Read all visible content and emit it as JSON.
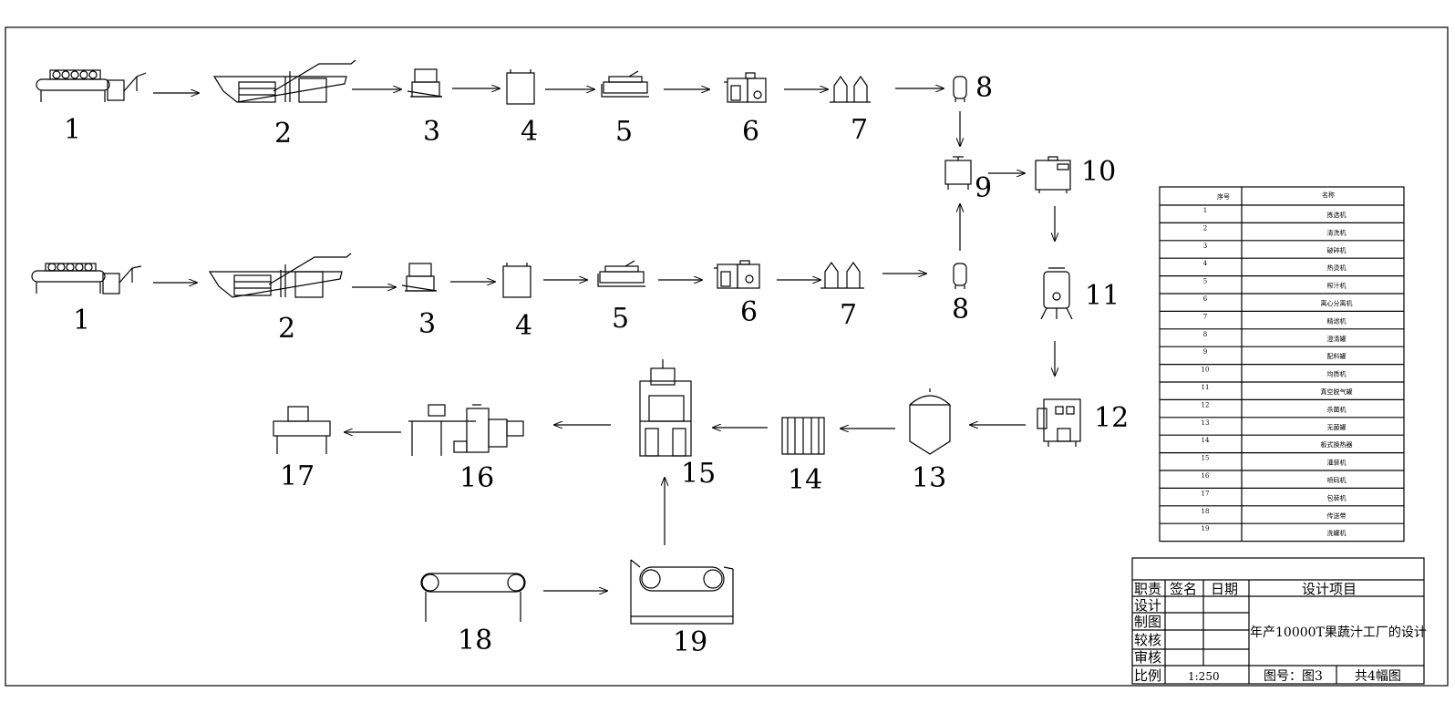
{
  "process_flow": {
    "line1_labels": [
      "1",
      "2",
      "3",
      "4",
      "5",
      "6",
      "7",
      "8"
    ],
    "line2_labels": [
      "1",
      "2",
      "3",
      "4",
      "5",
      "6",
      "7",
      "8"
    ],
    "junction_labels": [
      "9",
      "10",
      "11",
      "12",
      "13",
      "14",
      "15",
      "16",
      "17",
      "18",
      "19"
    ]
  },
  "equipment_table": {
    "header_no": "序号",
    "header_name": "名称",
    "rows": [
      {
        "no": "1",
        "name": "拣选机"
      },
      {
        "no": "2",
        "name": "清洗机"
      },
      {
        "no": "3",
        "name": "破碎机"
      },
      {
        "no": "4",
        "name": "热烫机"
      },
      {
        "no": "5",
        "name": "榨汁机"
      },
      {
        "no": "6",
        "name": "离心分离机"
      },
      {
        "no": "7",
        "name": "精滤机"
      },
      {
        "no": "8",
        "name": "澄清罐"
      },
      {
        "no": "9",
        "name": "配料罐"
      },
      {
        "no": "10",
        "name": "均质机"
      },
      {
        "no": "11",
        "name": "真空脱气罐"
      },
      {
        "no": "12",
        "name": "杀菌机"
      },
      {
        "no": "13",
        "name": "无菌罐"
      },
      {
        "no": "14",
        "name": "板式换热器"
      },
      {
        "no": "15",
        "name": "灌装机"
      },
      {
        "no": "16",
        "name": "喷码机"
      },
      {
        "no": "17",
        "name": "包装机"
      },
      {
        "no": "18",
        "name": "传送带"
      },
      {
        "no": "19",
        "name": "洗罐机"
      }
    ]
  },
  "title_block": {
    "col_duty": "职责",
    "col_sign": "签名",
    "col_date": "日期",
    "col_project": "设计项目",
    "row_design": "设计",
    "row_draw": "制图",
    "row_check": "较核",
    "row_review": "审核",
    "row_scale": "比例",
    "scale_value": "1:250",
    "project_name": "年产10000T果蔬汁工厂的设计",
    "drawing_no": "图号：图3",
    "sheet_count": "共4幅图"
  }
}
